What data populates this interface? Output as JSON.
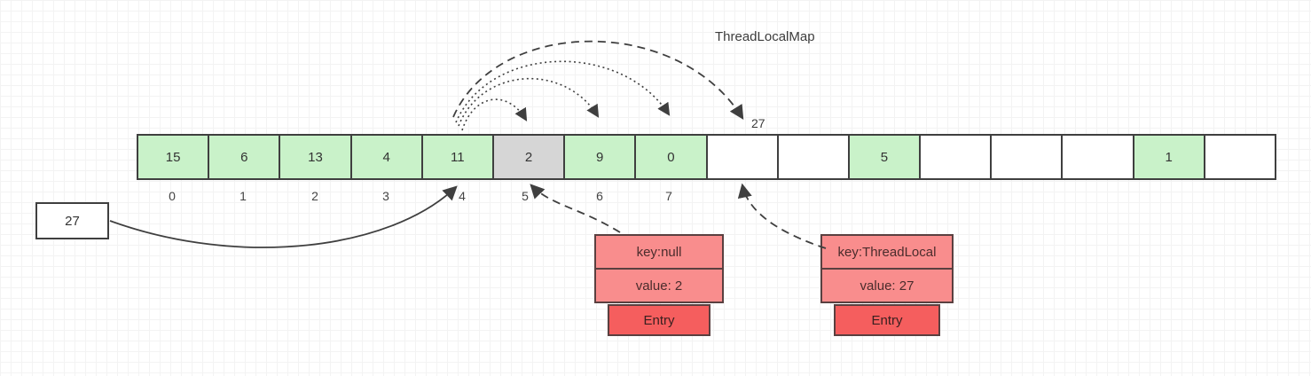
{
  "title": "ThreadLocalMap",
  "array": {
    "cells": [
      {
        "value": "15",
        "type": "green"
      },
      {
        "value": "6",
        "type": "green"
      },
      {
        "value": "13",
        "type": "green"
      },
      {
        "value": "4",
        "type": "green"
      },
      {
        "value": "11",
        "type": "green"
      },
      {
        "value": "2",
        "type": "gray"
      },
      {
        "value": "9",
        "type": "green"
      },
      {
        "value": "0",
        "type": "green"
      },
      {
        "value": "",
        "type": "white"
      },
      {
        "value": "",
        "type": "white"
      },
      {
        "value": "5",
        "type": "green"
      },
      {
        "value": "",
        "type": "white"
      },
      {
        "value": "",
        "type": "white"
      },
      {
        "value": "",
        "type": "white"
      },
      {
        "value": "1",
        "type": "green"
      },
      {
        "value": "",
        "type": "white"
      }
    ],
    "index_labels": [
      "0",
      "1",
      "2",
      "3",
      "4",
      "5",
      "6",
      "7"
    ]
  },
  "incoming_box": {
    "value": "27"
  },
  "probe_label": "27",
  "entries": [
    {
      "key": "key:null",
      "value": "value: 2",
      "tag": "Entry"
    },
    {
      "key": "key:ThreadLocal",
      "value": "value: 27",
      "tag": "Entry"
    }
  ],
  "colors": {
    "cell_green": "#c9f2c9",
    "cell_gray": "#d6d6d6",
    "cell_white": "#ffffff",
    "entry_row": "#f98d8d",
    "entry_tag": "#f55e5e",
    "line": "#3f3f3f"
  }
}
